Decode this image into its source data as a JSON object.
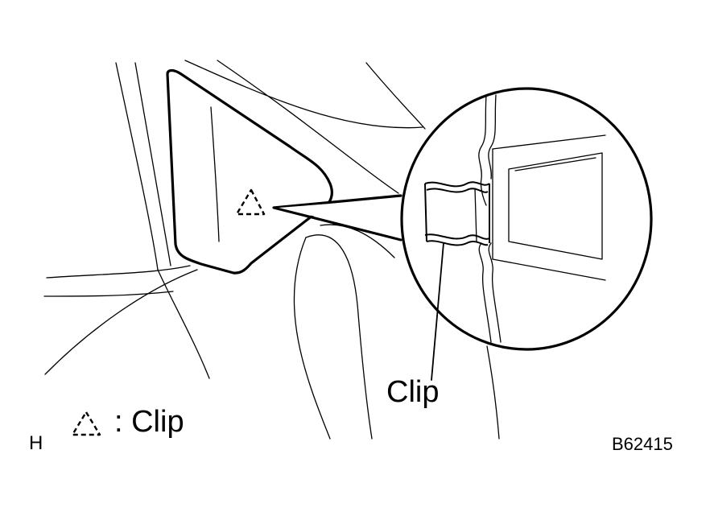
{
  "callout": {
    "label": "Clip"
  },
  "legend": {
    "symbol": "dashed-triangle-icon",
    "text": ": Clip"
  },
  "section_letter": "H",
  "figure_code": "B62415"
}
